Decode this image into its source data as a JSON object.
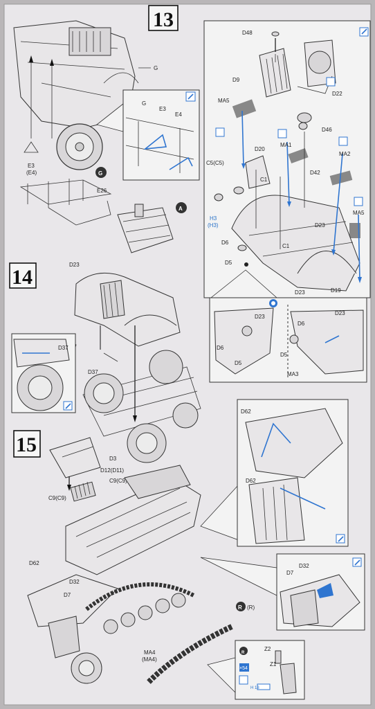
{
  "steps": {
    "s13": "13",
    "s14": "14",
    "s15": "15"
  },
  "callouts": {
    "a": "A",
    "g": "G",
    "r1": "R",
    "r2": "(R)",
    "r3": "R"
  },
  "labels13": {
    "g1": "G",
    "g2": "G",
    "e3": "E3",
    "e4": "E4",
    "e3e4a": "E3",
    "e3e4b": "(E4)",
    "e26": "E26",
    "d48": "D48",
    "d9": "D9",
    "d22": "D22",
    "ma5a": "MA5",
    "d46": "D46",
    "ma1": "MA1",
    "ma2": "MA2",
    "d20": "D20",
    "c5": "C5(C5)",
    "c1a": "C1",
    "d42": "D42",
    "h3a": "H3",
    "h3b": "(H3)",
    "ma5b": "MA5",
    "d23a": "D23",
    "d6": "D6",
    "c1b": "C1",
    "d5": "D5",
    "d23b": "D23",
    "d19": "D19",
    "d23c": "D23",
    "d6b": "D6",
    "d23d": "D23",
    "d6c": "D6",
    "d5b": "D5",
    "d5c": "D5",
    "ma3": "MA3"
  },
  "labels14": {
    "d23": "D23",
    "d37a": "D37",
    "d37b": "D37"
  },
  "labels15": {
    "d3": "D3",
    "d12": "D12(D11)",
    "c9a": "C9(C9)",
    "c9b": "C9(C9)",
    "d62a": "D62",
    "d62b": "D62",
    "d62c": "D62",
    "d32a": "D32",
    "d7a": "D7",
    "d32b": "D32",
    "d7b": "D7",
    "ma4a": "MA4",
    "ma4b": "(MA4)",
    "z2": "Z2",
    "z1": "Z1",
    "x54": "×54",
    "hint": "H 18"
  }
}
